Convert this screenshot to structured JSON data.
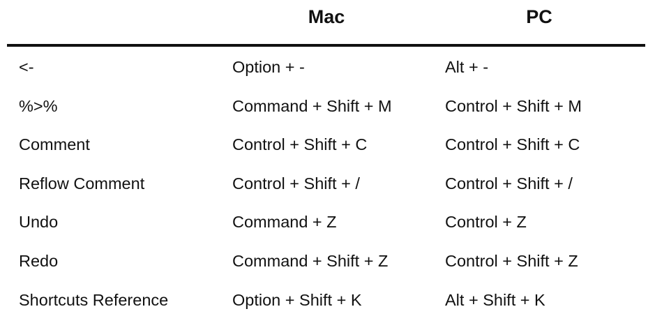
{
  "header": {
    "col_action": "",
    "col_mac": "Mac",
    "col_pc": "PC"
  },
  "rows": [
    {
      "action": "<-",
      "mac": "Option + -",
      "pc": "Alt + -"
    },
    {
      "action": "%>%",
      "mac": "Command + Shift + M",
      "pc": "Control + Shift + M"
    },
    {
      "action": "Comment",
      "mac": "Control + Shift + C",
      "pc": "Control + Shift + C"
    },
    {
      "action": "Reflow Comment",
      "mac": "Control + Shift + /",
      "pc": "Control + Shift + /"
    },
    {
      "action": "Undo",
      "mac": "Command + Z",
      "pc": "Control + Z"
    },
    {
      "action": "Redo",
      "mac": "Command + Shift + Z",
      "pc": "Control + Shift + Z"
    },
    {
      "action": "Shortcuts Reference",
      "mac": "Option + Shift + K",
      "pc": "Alt + Shift + K"
    }
  ]
}
